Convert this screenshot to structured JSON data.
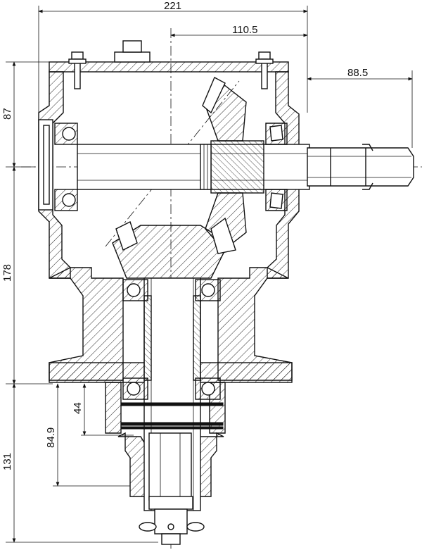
{
  "drawing": {
    "dimensions": {
      "overall_width": "221",
      "input_offset": "110.5",
      "shaft_projection": "88.5",
      "top_height": "87",
      "middle_height": "178",
      "bottom_height": "131",
      "output_length": "84.9",
      "spline_length": "44"
    }
  }
}
